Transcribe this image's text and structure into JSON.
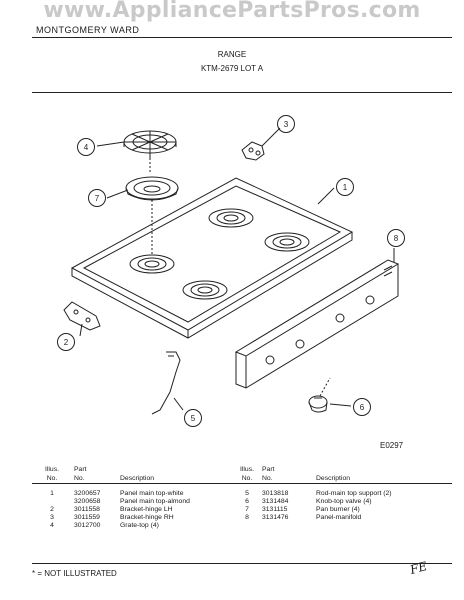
{
  "watermark": "www.AppliancePartsPros.com",
  "header": {
    "brand": "MONTGOMERY WARD",
    "title": "RANGE",
    "model": "KTM-2679 LOT A"
  },
  "diagram": {
    "code": "E0297",
    "callouts": [
      "1",
      "2",
      "3",
      "4",
      "5",
      "6",
      "7",
      "8"
    ]
  },
  "table": {
    "headers": {
      "illus": [
        "Illus.",
        "No."
      ],
      "part": [
        "Part",
        "No."
      ],
      "desc": "Description"
    },
    "left_rows": [
      {
        "illus": "1",
        "part": "3200657",
        "desc": "Panel main top-white"
      },
      {
        "illus": "",
        "part": "3200658",
        "desc": "Panel main top-almond"
      },
      {
        "illus": "2",
        "part": "3011558",
        "desc": "Bracket-hinge LH"
      },
      {
        "illus": "3",
        "part": "3011559",
        "desc": "Bracket-hinge RH"
      },
      {
        "illus": "4",
        "part": "3012700",
        "desc": "Grate-top (4)"
      }
    ],
    "right_rows": [
      {
        "illus": "5",
        "part": "3013818",
        "desc": "Rod-main top support (2)"
      },
      {
        "illus": "6",
        "part": "3131484",
        "desc": "Knob-top valve (4)"
      },
      {
        "illus": "7",
        "part": "3131115",
        "desc": "Pan burner (4)"
      },
      {
        "illus": "8",
        "part": "3131476",
        "desc": "Panel-manifold"
      }
    ]
  },
  "footnote": "* = NOT ILLUSTRATED",
  "initials": "FE"
}
